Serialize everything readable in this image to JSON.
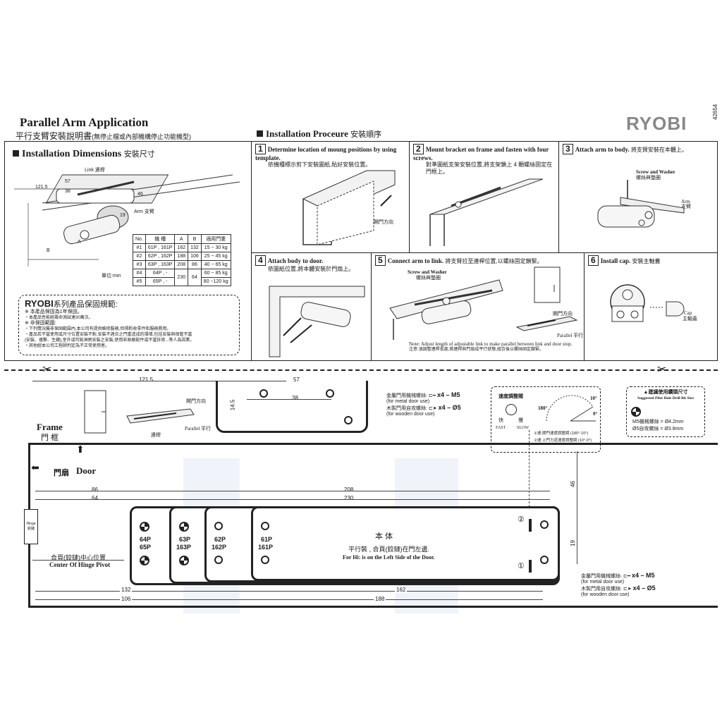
{
  "header": {
    "title_en": "Parallel Arm Application",
    "title_zh": "平行支臂安裝說明書",
    "title_zh_note": "(無停止檔或內部機構停止功能機型)",
    "install_procedure_en": "Installation Proceure",
    "install_procedure_zh": "安裝順序",
    "brand": "RYOBI",
    "doc_code": "42654"
  },
  "dimensions": {
    "heading_en": "Installation Dimensions",
    "heading_zh": "安裝尺寸",
    "labels": {
      "link": "Link 連桿",
      "arm": "Arm 支臂",
      "d121": "121.5",
      "d57": "57",
      "d38": "38",
      "d46": "46",
      "d19": "19",
      "a": "A",
      "b": "B",
      "unit": "單位:mm"
    },
    "table": {
      "headers": [
        "No.",
        "機 種",
        "A",
        "B",
        "適用門重"
      ],
      "rows": [
        [
          "#1",
          "61P , 161P",
          "162",
          "132",
          "15 ~ 30 kg"
        ],
        [
          "#2",
          "62P , 162P",
          "188",
          "106",
          "25 ~ 45 kg"
        ],
        [
          "#3",
          "63P , 163P",
          "208",
          "86",
          "40 ~ 65 kg"
        ],
        [
          "#4",
          "64P , -",
          "230",
          "64",
          "60 ~ 85 kg"
        ],
        [
          "#5",
          "65P , -",
          "",
          "",
          "80 ~120 kg"
        ]
      ]
    }
  },
  "warranty": {
    "title_brand": "RYOBI",
    "title_zh": "系列產品保固規範:",
    "lines": [
      "※ 本產品保固為1年保固。",
      "・本產品性能經壽命測試達30萬次。",
      "※ 非保固範圍:",
      "・下列情況屬非保固範圍內,本公司有提供維修服務,但得酌收零件和服務費用。",
      "・產品若不當使用或尺寸位置安裝不對,安裝不適合之門重造成的損壞,包括安裝與保管不當",
      "(安裝、撞擊、生鏽),室外或可能淋雨安裝之安裝,使用非原廠配件或不當拆修...等人為因素。",
      "・其他經本公司工程師判定為不正常使用者。"
    ]
  },
  "steps": [
    {
      "no": "1",
      "text": "Determine location of moung positions by using template.",
      "zh": "依機種標示剪下安裝圖紙,貼好安裝位置。",
      "note": "開門方向"
    },
    {
      "no": "2",
      "text": "Mount bracket on frame and fasten with four screws.",
      "zh": "對準圖紙支架安裝位置,將支架鎖上 4 顆螺絲固定在門框上。"
    },
    {
      "no": "3",
      "text": "Attach arm to body.",
      "zh": "將支臂安裝在本體上。",
      "screw": "Screw and Washer",
      "screw_zh": "螺絲與墊圈",
      "arm": "Arm",
      "arm_zh": "支臂"
    },
    {
      "no": "4",
      "text": "Attach body to door.",
      "zh": "依圖紙位置,將本體安裝於門扇上。"
    },
    {
      "no": "5",
      "text": "Connect arm to link.",
      "zh": "將支臂拉至連桿位置,以螺絲固定鎖緊。",
      "screw": "Screw and Washer",
      "screw_zh": "螺絲與墊圈",
      "door_dir": "開門方向",
      "parallel": "Parallel 平行",
      "note": "Note: Adjust length of adjustable link to make parallel between link and door stop.",
      "note_zh": "注意:須調整連桿長度,將連桿與門扇成平行狀態,組合後以螺絲固定鎖緊。"
    },
    {
      "no": "6",
      "text": "Install cap.",
      "zh": "安裝主軸蓋",
      "cap": "Cap",
      "cap_zh": "主軸蓋"
    }
  ],
  "template": {
    "top": {
      "d121": "121.5",
      "d57": "57",
      "d38": "38",
      "d14": "14.5",
      "door_dir": "開門方向",
      "parallel": "Parallel 平行",
      "link": "連桿",
      "metal_zh": "金屬門用機械螺絲:",
      "metal_en": "(for metal door use)",
      "metal_spec": "x4 – M5",
      "wood_zh": "木製門用自攻螺絲:",
      "wood_en": "(for wooden door use)",
      "wood_spec": "x4 – Ø5",
      "speed_title": "速度調整閥",
      "fast": "快",
      "slow": "慢",
      "fast_en": "FAST",
      "slow_en": "SLOW",
      "angle10": "10°",
      "angle180": "180°",
      "angle0": "0°",
      "speed1": "①速:閘門速度調整閥 (180°-10°)",
      "speed2": "②速:上門力道速度調整閥 (10°-0°)",
      "drill_title": "▲建議使用鑽頭尺寸",
      "drill_en": "Suggested Pilot Hole Drill Bit Size",
      "drill_m5": "M5機械螺絲 = Ø4.2mm",
      "drill_o5": "Ø5自攻螺絲 = Ø3.8mm"
    },
    "frame_en": "Frame",
    "frame_zh": "門 框",
    "door_en": "Door",
    "door_zh": "門扇",
    "hinge": "Hinge 鉸鏈",
    "hinge_center_zh": "合頁(鉸鏈)中心位置",
    "hinge_center_en": "Center Of Hinge Pivot",
    "dims": {
      "d86": "86",
      "d64": "64",
      "d208": "208",
      "d230": "230",
      "d46": "46",
      "d19": "19",
      "d132": "132",
      "d106": "106",
      "d162": "162",
      "d188": "188"
    },
    "models": [
      "64P",
      "65P",
      "63P",
      "163P",
      "62P",
      "162P",
      "61P",
      "161P"
    ],
    "body_zh": "本 体",
    "body_note_zh": "平行裝 , 合頁(鉸鏈)在門左邊.",
    "body_note_en": "For Hi: is on the Left Side of the Door.",
    "marker1": "①",
    "marker2": "②",
    "metal_zh": "金屬門用機械螺絲:",
    "metal_en": "(for metal door use)",
    "metal_spec": "x4 – M5",
    "wood_zh": "木製門用自攻螺絲:",
    "wood_en": "(for wooden door use)",
    "wood_spec": "x4 – Ø5"
  }
}
